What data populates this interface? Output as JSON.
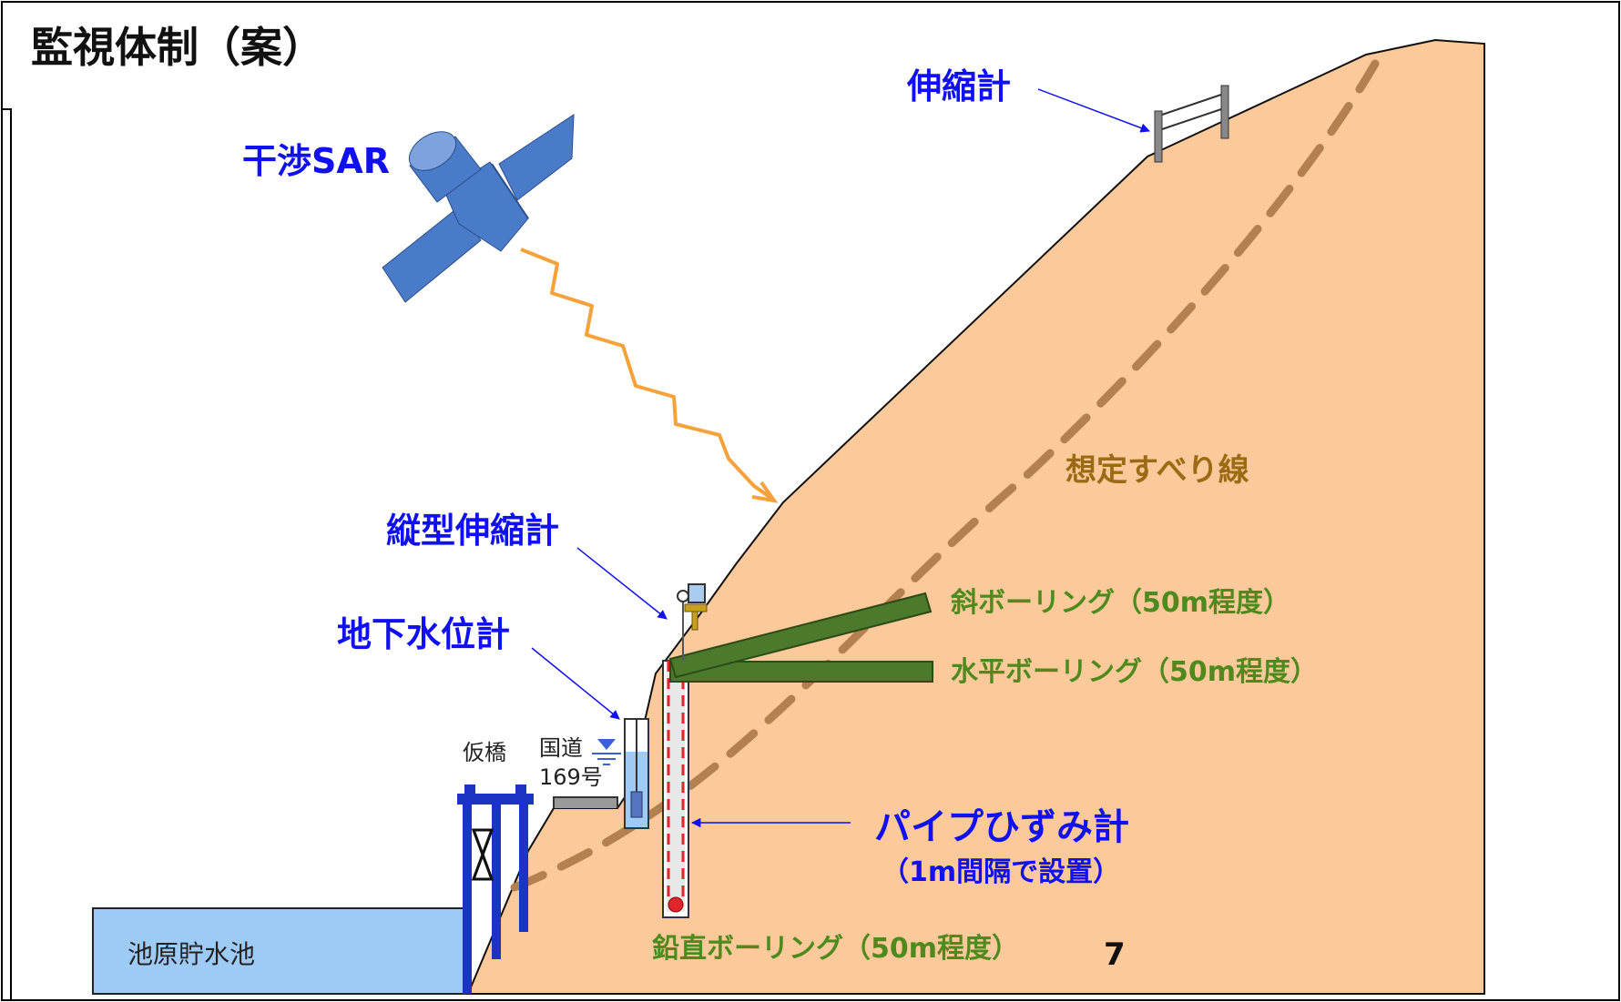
{
  "title": "監視体制（案）",
  "labels": {
    "sar": "干渉SAR",
    "extensometer": "伸縮計",
    "vertical_extensometer": "縦型伸縮計",
    "groundwater_meter": "地下水位計",
    "slip_line": "想定すべり線",
    "inclined_boring": "斜ボーリング（50m程度）",
    "horizontal_boring": "水平ボーリング（50m程度）",
    "pipe_strain": "パイプひずみ計",
    "pipe_strain_note": "（1m間隔で設置）",
    "vertical_boring": "鉛直ボーリング（50m程度）",
    "temporary_bridge": "仮橋",
    "road_line1": "国道",
    "road_line2": "169号",
    "reservoir": "池原貯水池",
    "page_number": "7"
  },
  "colors": {
    "ground": "#fbc99a",
    "water": "#9ecbf6",
    "satellite": "#4a7bc8",
    "boring_green": "#4b7a2c",
    "slip_line": "#b5804f",
    "sar_signal": "#f5a23a",
    "bridge": "#1b34c4",
    "label_blue": "#1010f0",
    "label_green": "#4e8a1e",
    "label_brown": "#9a6a14"
  },
  "icons": {
    "satellite": "satellite-icon",
    "water_level": "water-level-icon"
  }
}
